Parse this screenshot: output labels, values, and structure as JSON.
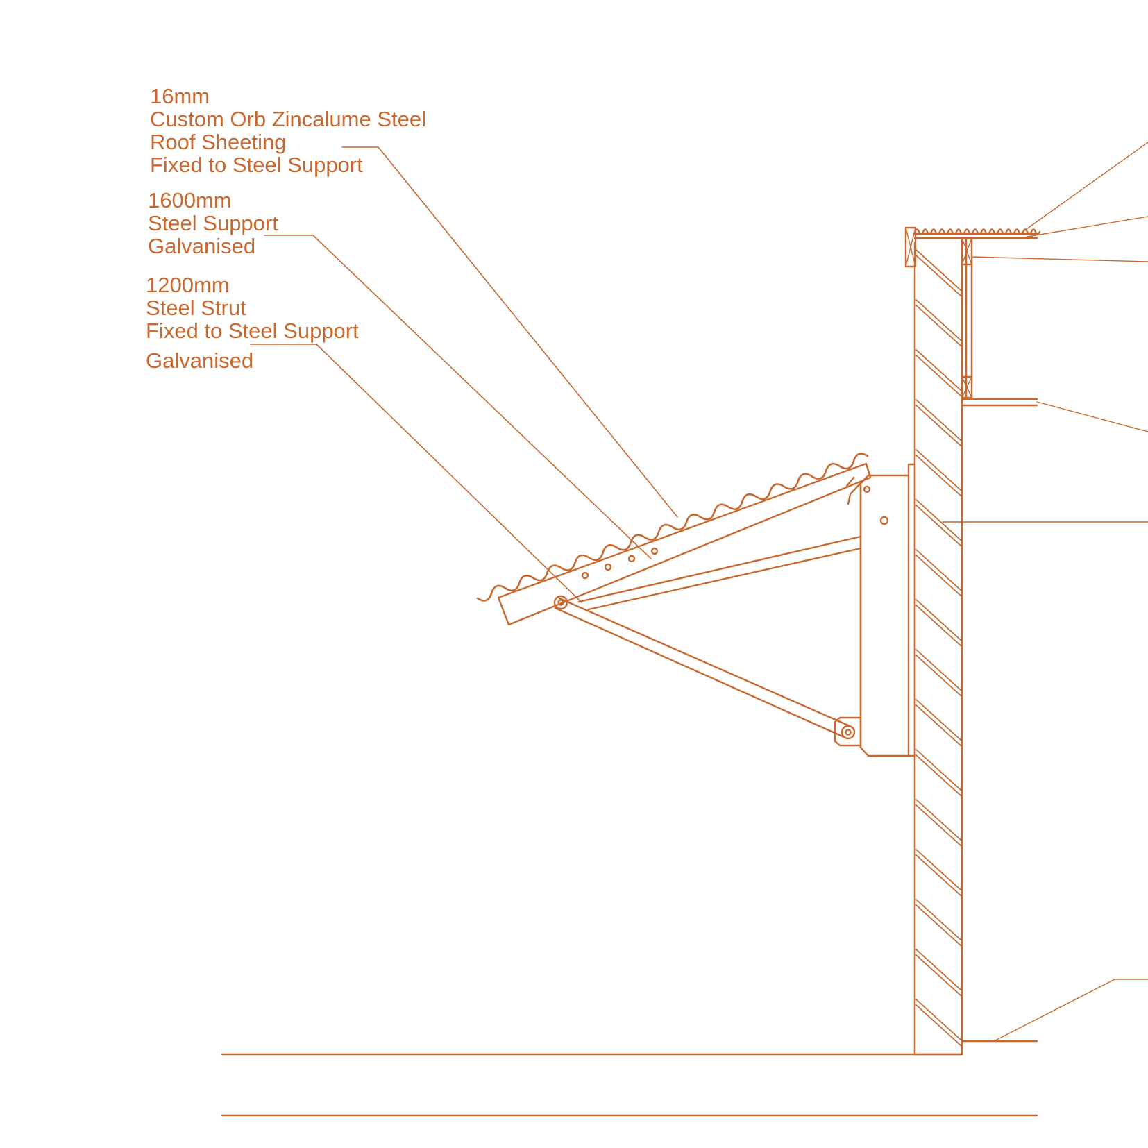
{
  "colors": {
    "line": "#C8682E",
    "background": "#FFFFFF"
  },
  "labels": {
    "roof_sheeting": {
      "lines": [
        "16mm",
        "Custom Orb Zincalume Steel",
        "Roof Sheeting",
        "Fixed to Steel Support"
      ]
    },
    "steel_support": {
      "lines": [
        "1600mm",
        "Steel Support",
        "Galvanised"
      ]
    },
    "steel_strut": {
      "lines": [
        "1200mm",
        "Steel Strut",
        "Fixed to Steel Support",
        "Galvanised"
      ]
    }
  }
}
